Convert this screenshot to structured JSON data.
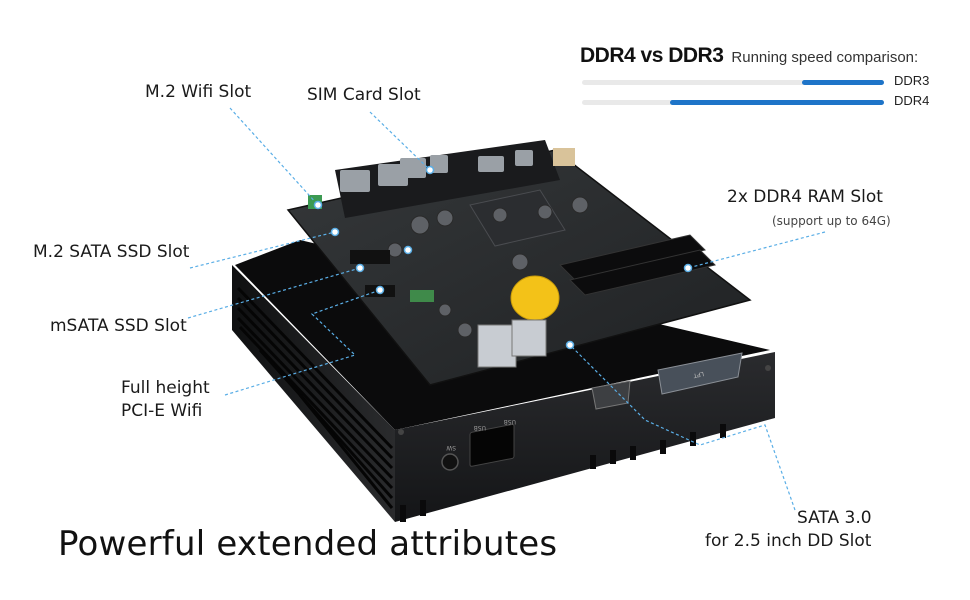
{
  "comparison": {
    "title": "DDR4 vs DDR3",
    "subtitle": "Running speed comparison:",
    "bars": [
      {
        "label": "DDR3",
        "fraction": 0.27,
        "color": "#1e74c8"
      },
      {
        "label": "DDR4",
        "fraction": 0.71,
        "color": "#1e74c8"
      }
    ]
  },
  "callouts": {
    "wifi_slot": "M.2 Wifi Slot",
    "sim_slot": "SIM Card Slot",
    "ram_slot": "2x DDR4 RAM Slot",
    "ram_note": "(support up to 64G)",
    "m2_sata": "M.2 SATA SSD Slot",
    "msata": "mSATA SSD Slot",
    "pcie_line1": "Full height",
    "pcie_line2": "PCI-E Wifi",
    "sata_line1": "SATA 3.0",
    "sata_line2": "for 2.5 inch DD Slot"
  },
  "chassis_print": {
    "usb_left": "USB",
    "usb_right": "USB",
    "switch": "SW",
    "lpt": "LPT"
  },
  "headline": "Powerful extended attributes",
  "colors": {
    "accent_blue": "#1e74c8",
    "callout_line": "#5aaee6",
    "chassis": "#1b1c1e",
    "board": "#2a2c2e"
  }
}
